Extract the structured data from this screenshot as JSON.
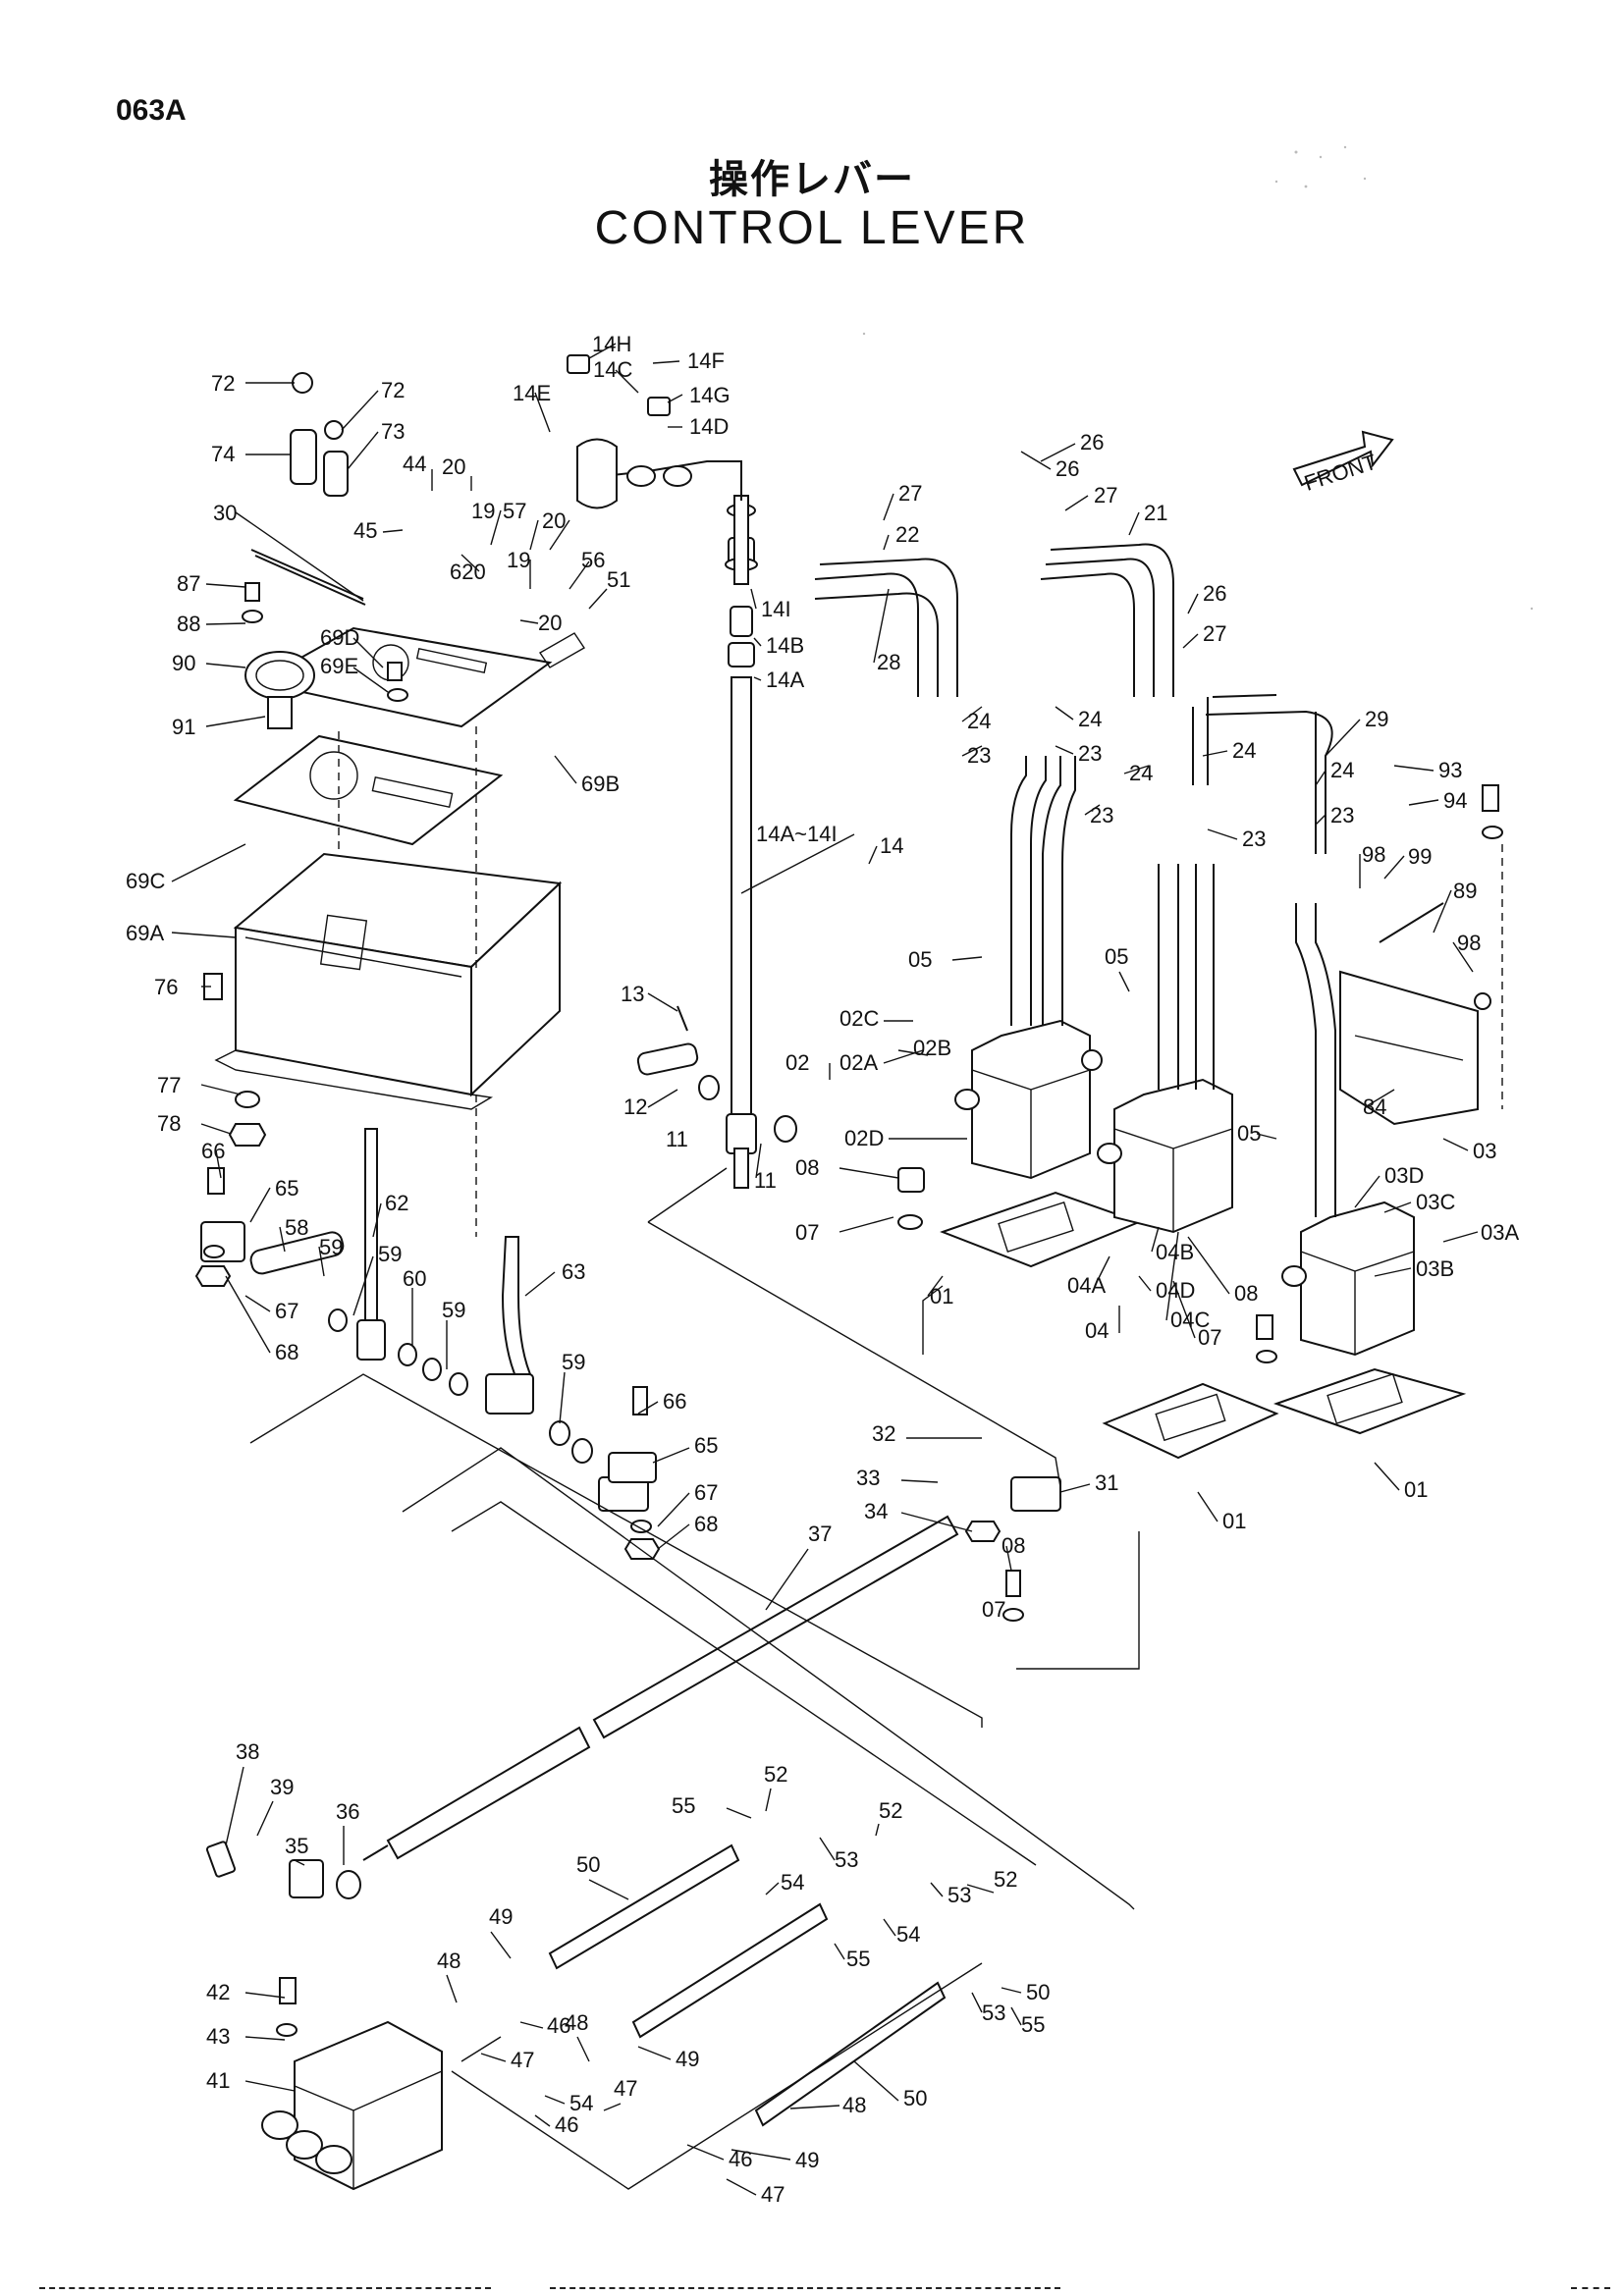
{
  "page": {
    "code": "063A"
  },
  "title": {
    "japanese": "操作レバー",
    "english": "CONTROL LEVER"
  },
  "front_badge": "FRONT",
  "callouts": [
    "72",
    "72",
    "74",
    "73",
    "44",
    "20",
    "45",
    "19",
    "57",
    "20",
    "620",
    "19",
    "56",
    "51",
    "20",
    "14H",
    "14C",
    "14F",
    "14E",
    "14G",
    "14D",
    "26",
    "26",
    "27",
    "27",
    "22",
    "21",
    "28",
    "14I",
    "14B",
    "14A",
    "26",
    "27",
    "29",
    "30",
    "87",
    "88",
    "90",
    "69D",
    "69E",
    "91",
    "69B",
    "24",
    "24",
    "23",
    "23",
    "24",
    "24",
    "23",
    "23",
    "24",
    "23",
    "93",
    "94",
    "14A~14I",
    "14",
    "69C",
    "69A",
    "76",
    "98",
    "99",
    "89",
    "98",
    "05",
    "05",
    "02C",
    "02B",
    "02",
    "02A",
    "84",
    "77",
    "13",
    "12",
    "11",
    "11",
    "78",
    "02D",
    "03",
    "05",
    "08",
    "03D",
    "03C",
    "03A",
    "66",
    "65",
    "62",
    "58",
    "59",
    "07",
    "03B",
    "01",
    "04B",
    "04A",
    "04D",
    "04C",
    "04",
    "59",
    "60",
    "67",
    "59",
    "68",
    "08",
    "07",
    "63",
    "59",
    "66",
    "65",
    "67",
    "68",
    "32",
    "33",
    "34",
    "31",
    "01",
    "01",
    "37",
    "08",
    "07",
    "38",
    "39",
    "36",
    "35",
    "52",
    "55",
    "53",
    "54",
    "50",
    "52",
    "53",
    "54",
    "55",
    "49",
    "48",
    "52",
    "42",
    "46",
    "43",
    "41",
    "47",
    "48",
    "49",
    "50",
    "53",
    "55",
    "54",
    "46",
    "47",
    "48",
    "49",
    "46",
    "47",
    "50"
  ]
}
